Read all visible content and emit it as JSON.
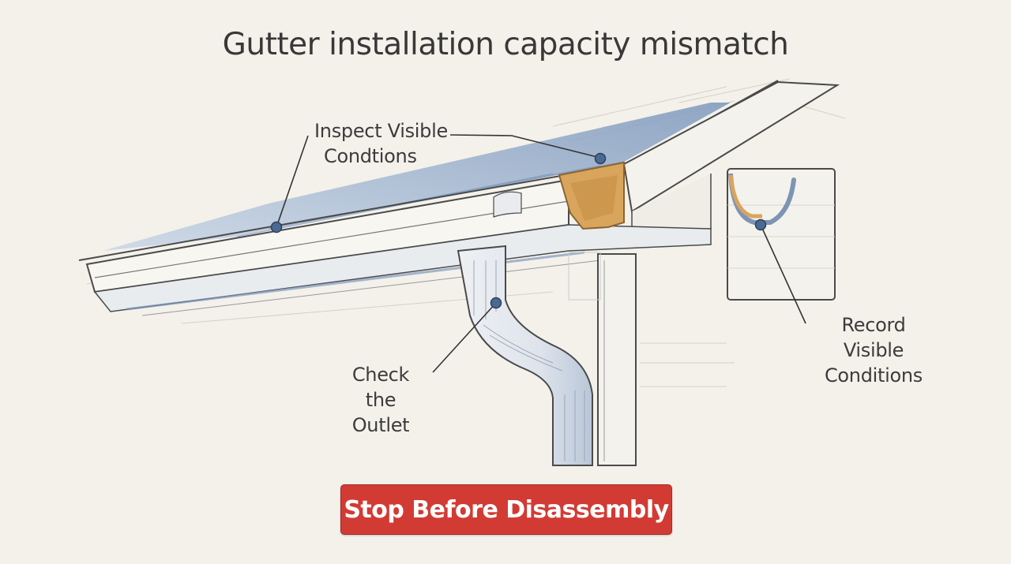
{
  "title": "Gutter installation capacity mismatch",
  "labels": {
    "inspect": [
      "Inspect Visible",
      "Condtions"
    ],
    "check": [
      "Check the",
      "Outlet"
    ],
    "record": [
      "Record Visible",
      "Conditions"
    ]
  },
  "button": {
    "label": "Stop Before Disassembly"
  },
  "colors": {
    "background": "#f3f1ea",
    "line": "#4a4a4a",
    "roof_shade": "#8fa9c9",
    "gutter_end_cap": "#d9a55c",
    "marker": "#4a6a96",
    "button": "#d23b34"
  }
}
